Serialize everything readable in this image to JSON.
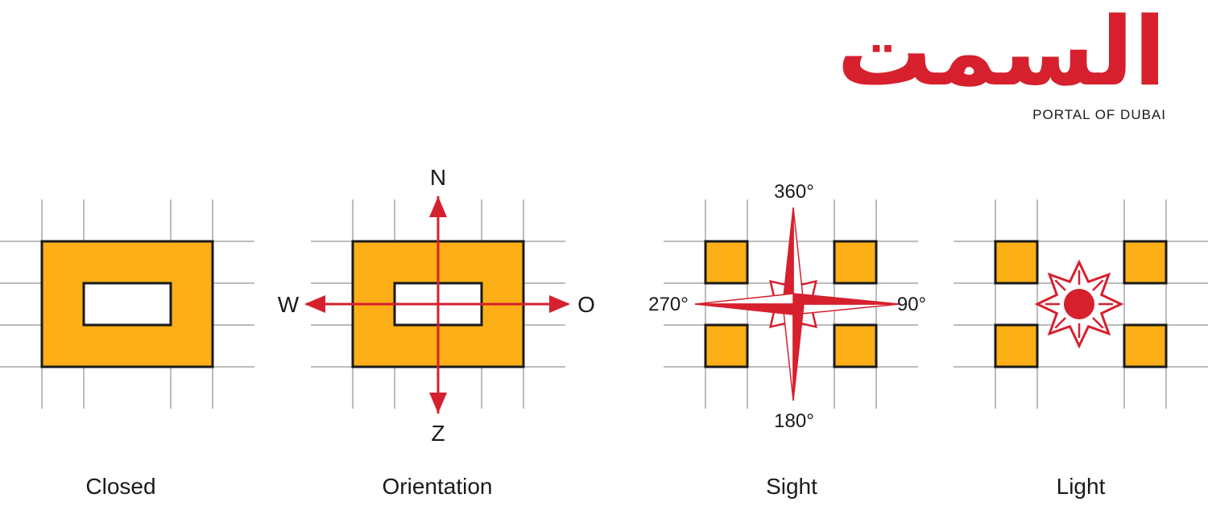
{
  "logo": {
    "arabic": "السمت",
    "subtitle": "PORTAL OF DUBAI"
  },
  "colors": {
    "accent": "#d6202e",
    "fill": "#fcaf17",
    "grid": "#7a7a7a",
    "outline": "#1a1a1a",
    "text": "#1a1a1a"
  },
  "panels": {
    "closed": {
      "caption": "Closed"
    },
    "orientation": {
      "caption": "Orientation",
      "north": "N",
      "south": "Z",
      "west": "W",
      "east": "O"
    },
    "sight": {
      "caption": "Sight",
      "top": "360°",
      "bottom": "180°",
      "left": "270°",
      "right": "90°"
    },
    "light": {
      "caption": "Light"
    }
  }
}
